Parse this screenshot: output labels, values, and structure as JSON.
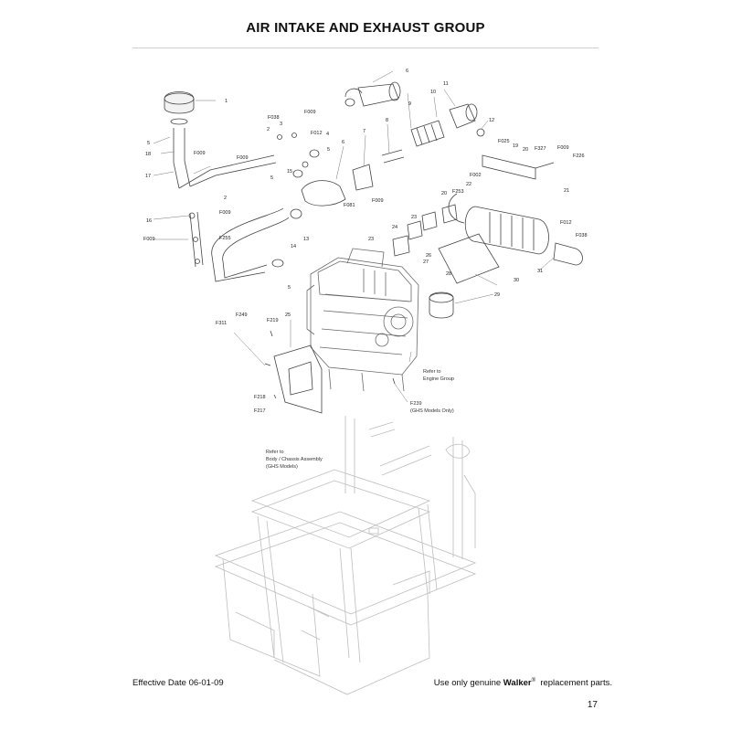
{
  "page": {
    "title": "AIR INTAKE AND EXHAUST GROUP",
    "effective_date": "Effective Date 06-01-09",
    "footer_prefix": "Use only genuine",
    "brand": "Walker",
    "registered_mark": "®",
    "footer_suffix": "replacement parts.",
    "page_number": "17"
  },
  "notes": {
    "engine_line1": "Refer to",
    "engine_line2": "Engine Group",
    "chassis_line1": "Refer to",
    "chassis_line2": "Body / Chassis Assembly",
    "chassis_line3": "(GHS Models)",
    "f239_line1": "F239",
    "f239_line2": "(GHS Models Only)"
  },
  "callouts": {
    "c1": "1",
    "c2a": "2",
    "c2b": "2",
    "c3": "3",
    "c4": "4",
    "c5a": "5",
    "c5b": "5",
    "c5c": "5",
    "c5d": "5",
    "c6a": "6",
    "c6b": "6",
    "c7": "7",
    "c8": "8",
    "c9": "9",
    "c10": "10",
    "c11": "11",
    "c12": "12",
    "c13": "13",
    "c14": "14",
    "c15": "15",
    "c16": "16",
    "c17": "17",
    "c18": "18",
    "c19": "19",
    "c20a": "20",
    "c20b": "20",
    "c21": "21",
    "c22": "22",
    "c23a": "23",
    "c23b": "23",
    "c24": "24",
    "c25": "25",
    "c26": "26",
    "c27": "27",
    "c28": "28",
    "c29": "29",
    "c30": "30",
    "c31": "31",
    "f009a": "F009",
    "f009b": "F009",
    "f009c": "F009",
    "f009d": "F009",
    "f009e": "F009",
    "f009f": "F009",
    "f009g": "F009",
    "f012a": "F012",
    "f012b": "F012",
    "f038a": "F038",
    "f038b": "F038",
    "f025": "F025",
    "f327": "F327",
    "f226": "F226",
    "f002": "F002",
    "f253": "F253",
    "f081": "F081",
    "f255": "F255",
    "f249": "F249",
    "f219": "F219",
    "f311": "F311",
    "f218": "F218",
    "f217": "F217"
  }
}
